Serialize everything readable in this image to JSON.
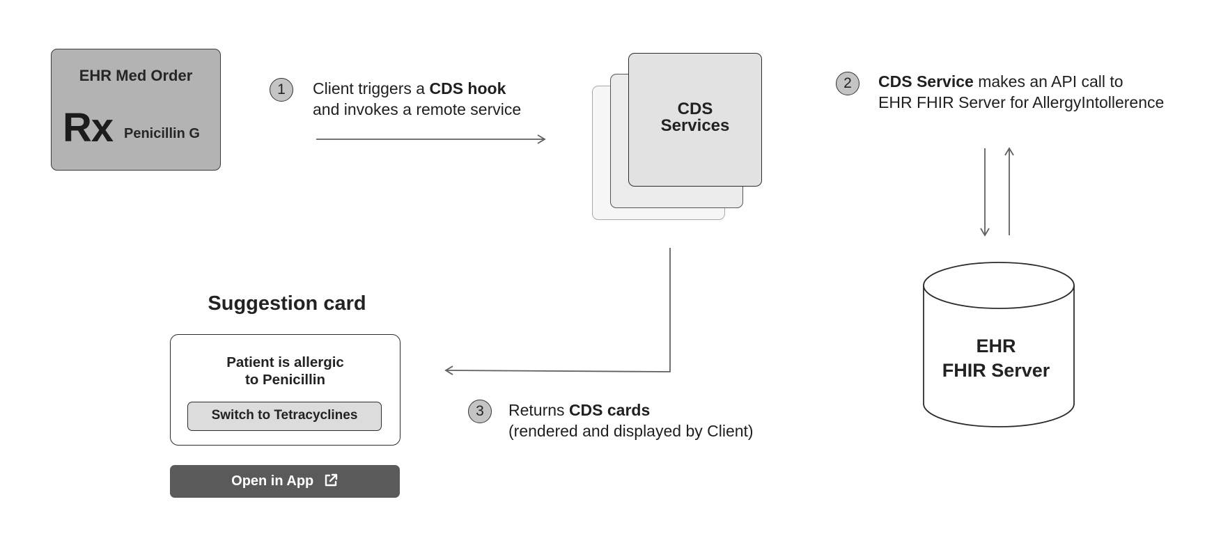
{
  "med_order": {
    "title": "EHR Med Order",
    "rx": "Rx",
    "drug": "Penicillin G"
  },
  "steps": [
    {
      "number": "1",
      "line1_plain": "Client triggers a ",
      "line1_bold": "CDS hook",
      "line2": "and invokes a remote service"
    },
    {
      "number": "2",
      "line1_bold": "CDS Service",
      "line1_plain": " makes an API call to",
      "line2": "EHR FHIR Server for AllergyIntollerence"
    },
    {
      "number": "3",
      "line1_plain": "Returns ",
      "line1_bold": "CDS cards",
      "line2": "(rendered and displayed by Client)"
    }
  ],
  "cds_services": {
    "line1": "CDS",
    "line2": "Services"
  },
  "suggestion": {
    "heading": "Suggestion card",
    "message_line1": "Patient is allergic",
    "message_line2": "to Penicillin",
    "action_label": "Switch to Tetracyclines",
    "open_label": "Open in App"
  },
  "ehr_server": {
    "line1": "EHR",
    "line2": "FHIR Server"
  },
  "icons": {
    "open_in_app": "external-link-icon",
    "arrows": "arrow-icon"
  },
  "colors": {
    "med_order_fill": "#b3b3b3",
    "badge_fill": "#c4c4c4",
    "open_button_fill": "#5a5a5a",
    "action_button_fill": "#dcdcdc",
    "arrow_stroke": "#5f5f5f"
  }
}
